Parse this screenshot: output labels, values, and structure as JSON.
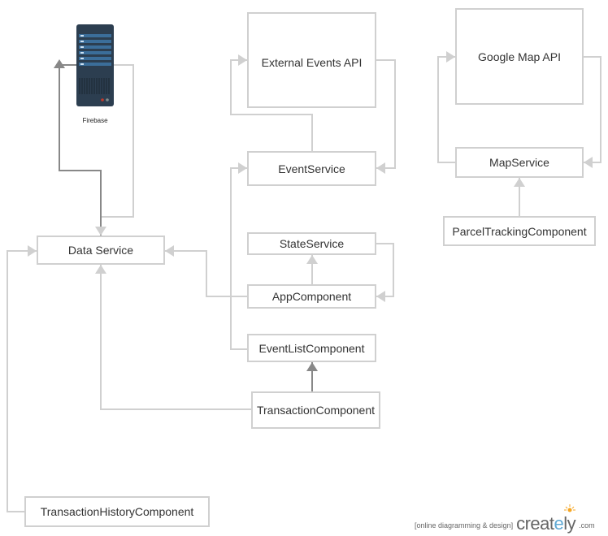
{
  "diagram": {
    "server": {
      "label": "Firebase",
      "icon": "database-server-icon"
    },
    "nodes": {
      "data_service": "Data Service",
      "external_events_api": "External Events API",
      "event_service": "EventService",
      "state_service": "StateService",
      "app_component": "AppComponent",
      "event_list_component": "EventListComponent",
      "transaction_component": "TransactionComponent",
      "transaction_history_component": "TransactionHistoryComponent",
      "google_map_api": "Google Map API",
      "map_service": "MapService",
      "parcel_tracking_component": "ParcelTrackingComponent"
    }
  },
  "footer": {
    "tagline": "[online diagramming & design]",
    "brand_prefix": "creat",
    "brand_highlight": "e",
    "brand_suffix": "ly",
    "brand_domain": ".com"
  },
  "colors": {
    "node_border": "#d0d0d0",
    "connector": "#d0d0d0",
    "dark_connector": "#888888",
    "server_body": "#2c3e50",
    "brand_accent": "#5fa8d3"
  }
}
